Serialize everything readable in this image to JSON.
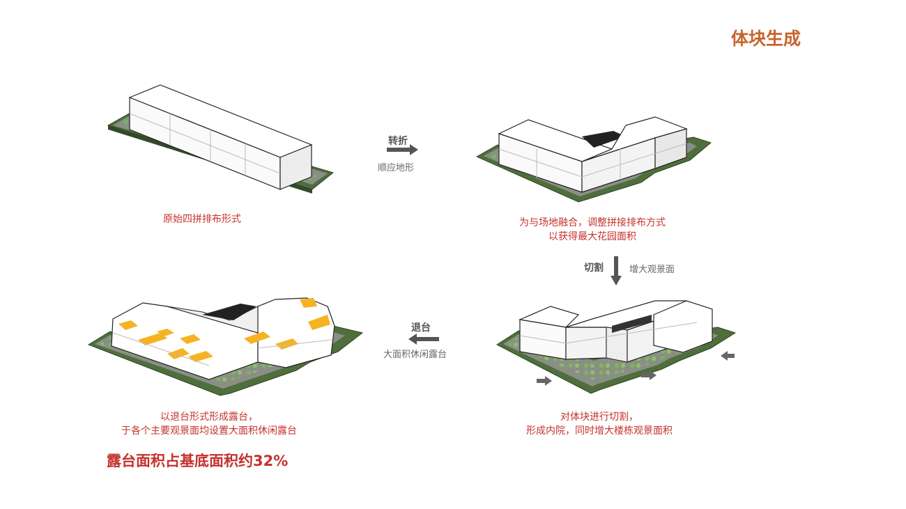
{
  "title": "体块生成",
  "steps": [
    {
      "caption": [
        "原始四拼排布形式"
      ]
    },
    {
      "caption": [
        "为与场地融合，调整拼接排布方式",
        "以获得最大花园面积"
      ]
    },
    {
      "caption": [
        "对体块进行切割，",
        "形成内院，同时增大楼栋观景面积"
      ]
    },
    {
      "caption": [
        "以退台形式形成露台，",
        "于各个主要观景面均设置大面积休闲露台"
      ]
    }
  ],
  "operations": [
    {
      "name": "转折",
      "desc": "顺应地形"
    },
    {
      "name": "切割",
      "desc": "增大观景面"
    },
    {
      "name": "退台",
      "desc": "大面积休闲露台"
    }
  ],
  "highlight": "露台面积占基底面积约32%",
  "colors": {
    "title": "#c8632d",
    "caption": "#c4322d",
    "grass": "#4f6e3c",
    "terrace": "#f5b324",
    "arrow": "#555555"
  }
}
